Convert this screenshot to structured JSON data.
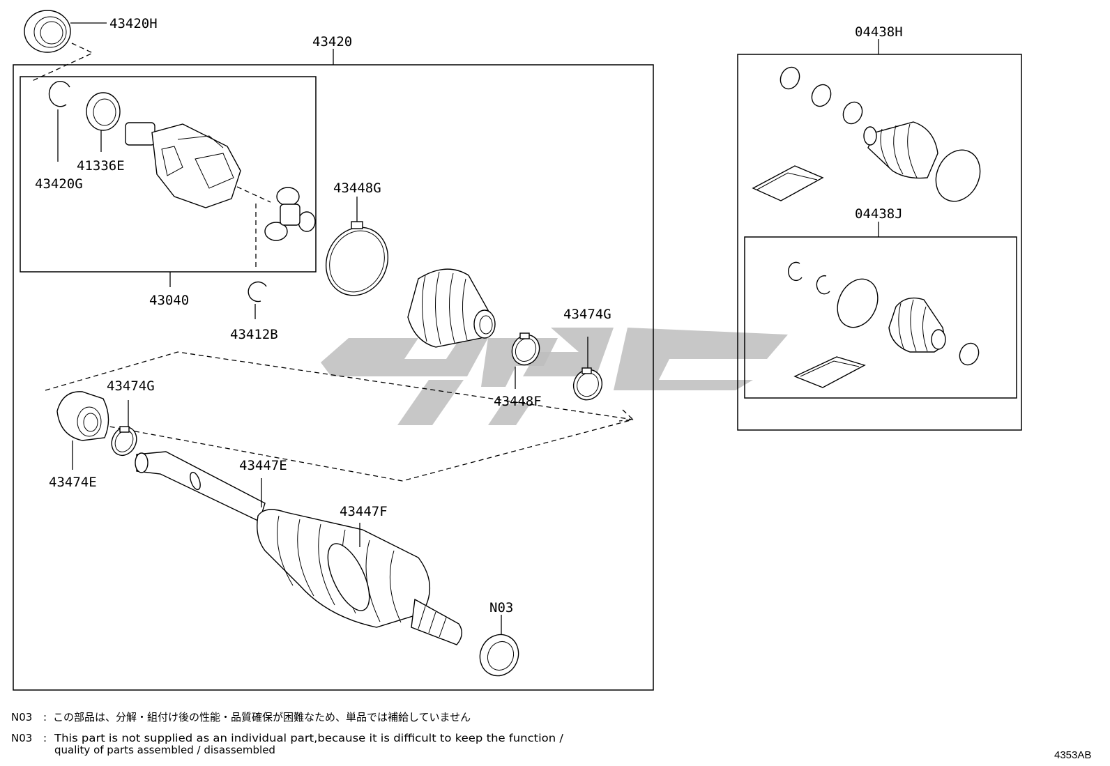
{
  "diagram_id": "4353AB",
  "assemblies": {
    "shaft_assembly": "43420",
    "inboard_joint": "43040",
    "boot_kit_outer": "04438H",
    "boot_kit_inner": "04438J"
  },
  "parts": {
    "p43420H": "43420H",
    "p43420G": "43420G",
    "p41336E": "41336E",
    "p43412B": "43412B",
    "p43448G": "43448G",
    "p43474G_a": "43474G",
    "p43448F": "43448F",
    "p43474G_b": "43474G",
    "p43474E": "43474E",
    "p43447E": "43447E",
    "p43447F": "43447F",
    "pN03": "N03"
  },
  "notes": [
    {
      "code": "N03",
      "sep": ":",
      "text": "この部品は、分解・組付け後の性能・品質確保が困難なため、単品では補給していません"
    },
    {
      "code": "N03",
      "sep": ":",
      "text": "This part is not supplied as an individual part,because it is difficult to keep the function /",
      "text2": "quality of parts assembled / disassembled"
    }
  ]
}
